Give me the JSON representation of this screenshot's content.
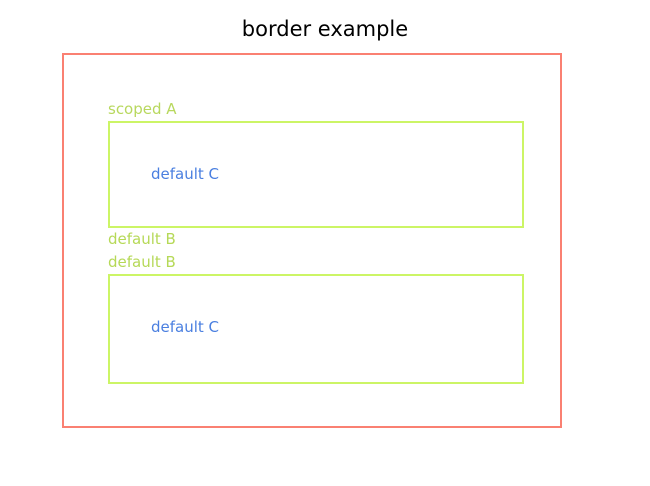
{
  "page": {
    "title": "border example",
    "background_color": "#ffffff"
  },
  "colors": {
    "outer_border": "#fa8072",
    "inner_border": "#ccf566",
    "label_text": "#b6d957",
    "inner_text": "#4a7fe0",
    "title_text": "#000000"
  },
  "outer_box": {
    "name": "outer-red-frame",
    "border_color": "#fa8072",
    "border_width": "2px"
  },
  "sections": [
    {
      "label": "scoped A",
      "box": {
        "border_color": "#ccf566",
        "border_width": "2px",
        "inner_text": "default C"
      }
    },
    {
      "label": "default B",
      "label_duplicate": "default B",
      "box": {
        "border_color": "#ccf566",
        "border_width": "2px",
        "inner_text": "default C"
      }
    }
  ]
}
